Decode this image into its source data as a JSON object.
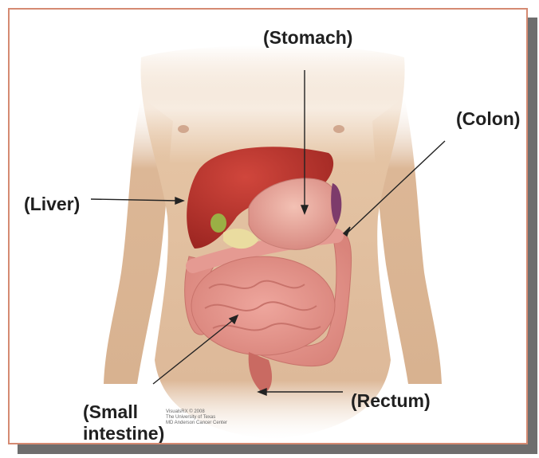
{
  "labels": {
    "stomach": "(Stomach)",
    "colon": "(Colon)",
    "liver": "(Liver)",
    "rectum": "(Rectum)",
    "small_intestine_line1": "(Small",
    "small_intestine_line2": "intestine)"
  },
  "credit": {
    "line1": "VisualsRX © 2008",
    "line2": "The University of Texas",
    "line3": "MD Anderson Cancer Center"
  },
  "colors": {
    "frame_border": "#d58a72",
    "shadow": "#6e6e6e",
    "skin": "#e4c3a3",
    "liver": "#b62f2a",
    "intestine": "#e69891",
    "label_text": "#202020"
  }
}
